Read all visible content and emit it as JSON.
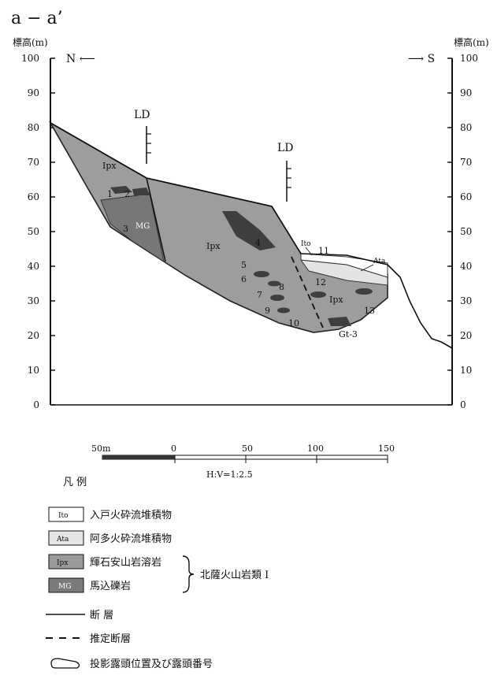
{
  "section": {
    "title": "a − a’",
    "axis_label_left": "標高(m)",
    "axis_label_right": "標高(m)",
    "dir_north": "N ⟵",
    "dir_south": "⟶ S",
    "ticks": [
      "0",
      "10",
      "20",
      "30",
      "40",
      "50",
      "60",
      "70",
      "80",
      "90",
      "100"
    ],
    "ld_label_1": "LD",
    "ld_label_2": "LD"
  },
  "units": [
    {
      "id": "ipx_a",
      "text": "Ipx"
    },
    {
      "id": "ipx_b",
      "text": "Ipx"
    },
    {
      "id": "ipx_c",
      "text": "Ipx"
    },
    {
      "id": "mg",
      "text": "MG"
    },
    {
      "id": "ito",
      "text": "Ito"
    },
    {
      "id": "ata",
      "text": "Ata"
    },
    {
      "id": "gt3",
      "text": "Gt-3"
    }
  ],
  "outcrops": [
    "1",
    "2",
    "3",
    "4",
    "5",
    "6",
    "7",
    "8",
    "9",
    "10",
    "11",
    "12",
    "13"
  ],
  "scale": {
    "labels": [
      "50m",
      "0",
      "50",
      "100",
      "150"
    ],
    "ratio": "H:V=1:2.5"
  },
  "legend": {
    "title": "凡 例",
    "items": [
      {
        "code": "Ito",
        "text": "入戸火砕流堆積物",
        "fill": "#ffffff"
      },
      {
        "code": "Ata",
        "text": "阿多火砕流堆積物",
        "fill": "#e6e6e6"
      },
      {
        "code": "Ipx",
        "text": "輝石安山岩溶岩",
        "fill": "#9a9a9a"
      },
      {
        "code": "MG",
        "text": "馬込礫岩",
        "fill": "#7a7a7a"
      }
    ],
    "group_label": "北薩火山岩類 I",
    "fault": "断 層",
    "inferred_fault": "推定断層",
    "outcrop": "投影露頭位置及び露頭番号"
  },
  "colors": {
    "ipx": "#9d9d9d",
    "mg": "#787878",
    "dark": "#3e3e3e",
    "ata": "#e4e4e4",
    "ito": "#ffffff"
  }
}
